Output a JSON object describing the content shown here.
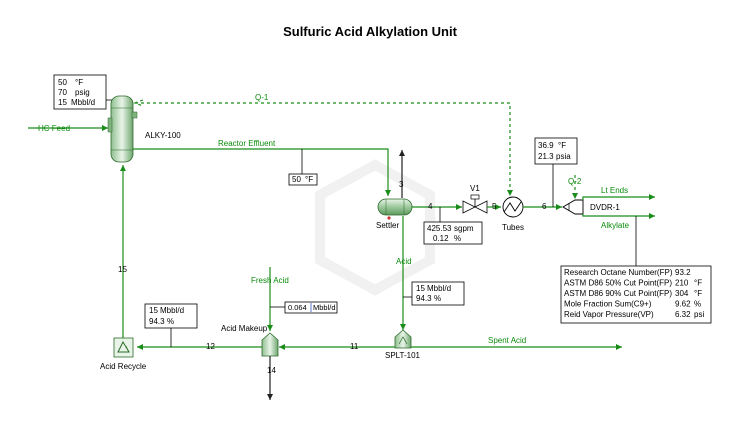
{
  "title": "Sulfuric Acid Alkylation Unit",
  "feed_box": {
    "l1_val": "50",
    "l1_unit": "°F",
    "l2_val": "70",
    "l2_unit": "psig",
    "l3_val": "15",
    "l3_unit": "Mbbl/d"
  },
  "streams": {
    "hc_feed": "HC Feed",
    "q1": "Q-1",
    "reactor_effluent": "Reactor Effluent",
    "s3": "3",
    "s4": "4",
    "s5": "5",
    "s6": "6",
    "q2": "Q-2",
    "lt_ends": "Lt Ends",
    "alkylate": "Alkylate",
    "acid": "Acid",
    "fresh_acid": "Fresh Acid",
    "spent_acid": "Spent Acid",
    "s11": "11",
    "s12": "12",
    "s14": "14",
    "s15": "15"
  },
  "units": {
    "reactor": "ALKY-100",
    "settler": "Settler",
    "valve": "V1",
    "exchanger": "Tubes",
    "column": "DVDR-1",
    "splitter": "SPLT-101",
    "mixer": "Acid Makeup",
    "recycle": "Acid Recycle"
  },
  "effluent_temp": {
    "val": "50",
    "unit": "°F"
  },
  "settler_box": {
    "l1_val": "425.53",
    "l1_unit": "sgpm",
    "l2_val": "0.12",
    "l2_unit": "%"
  },
  "col_box": {
    "l1_val": "36.9",
    "l1_unit": "°F",
    "l2_val": "21.3",
    "l2_unit": "psia"
  },
  "fresh_acid_box": {
    "val": "0.064",
    "unit": "Mbbl/d"
  },
  "acid_box": {
    "l1_val": "15",
    "l1_unit": "Mbbl/d",
    "l2_val": "94.3",
    "l2_unit": "%"
  },
  "recycle_box": {
    "l1_val": "15",
    "l1_unit": "Mbbl/d",
    "l2_val": "94.3",
    "l2_unit": "%"
  },
  "props": [
    {
      "label": "Research Octane Number(FP)",
      "value": "93.2",
      "unit": ""
    },
    {
      "label": "ASTM D86 50% Cut Point(FP)",
      "value": "210",
      "unit": "°F"
    },
    {
      "label": "ASTM D86 90% Cut Point(FP)",
      "value": "304",
      "unit": "°F"
    },
    {
      "label": "Mole Fraction Sum(C9+)",
      "value": "9.62",
      "unit": "%"
    },
    {
      "label": "Reid Vapor Pressure(VP)",
      "value": "6.32",
      "unit": "psi"
    }
  ],
  "colors": {
    "stream": "#1a8c1a",
    "text_green": "#0a8a0a",
    "ink": "#000000"
  }
}
